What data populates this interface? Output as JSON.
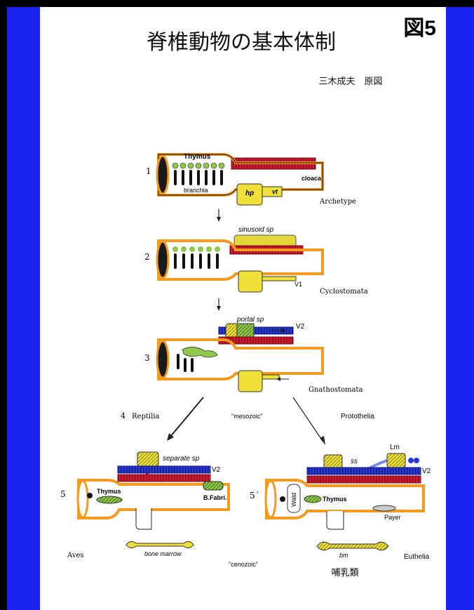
{
  "header": {
    "title": "脊椎動物の基本体制",
    "figure_label": "図5",
    "author": "三木成夫　原図"
  },
  "stages": {
    "s1": {
      "num": "1",
      "name": "Archetype",
      "labels": {
        "thymus": "Thymus",
        "branchia": "branchia",
        "cloaca": "cloaca",
        "hp": "hp",
        "vt": "vt"
      }
    },
    "s2": {
      "num": "2",
      "name": "Cyclostomata",
      "labels": {
        "sinusoid": "sinusoid sp",
        "v1": "V1"
      }
    },
    "s3": {
      "num": "3",
      "name": "Gnathostomata",
      "labels": {
        "portal": "portal sp",
        "v2": "V2"
      }
    },
    "s4": {
      "num": "4",
      "name": "Reptilia",
      "era": "\"mesozoic\"",
      "right": "Protothelia"
    },
    "s5": {
      "num": "5",
      "name": "Aves",
      "labels": {
        "separate": "separate sp",
        "v2": "V2",
        "thymus": "Thymus",
        "bfabri": "B.Fabri.",
        "bone_marrow": "bone marrow"
      }
    },
    "s5p": {
      "num": "5´",
      "name": "Euthelia",
      "labels": {
        "ss": "ss",
        "lm": "Lm",
        "v2": "V2",
        "wald": "Wald",
        "thymus": "Thymus",
        "payer": "Payer",
        "bm": "bm",
        "mammal": "哺乳類"
      }
    },
    "era2": "\"cenozoic\""
  },
  "colors": {
    "sidebar": "#1a22f0",
    "tube": "#f39a1f",
    "thymus": "#8fc84a",
    "liver": "#f0e03a",
    "artery": "#d8192f",
    "vein": "#2a3ad8"
  }
}
